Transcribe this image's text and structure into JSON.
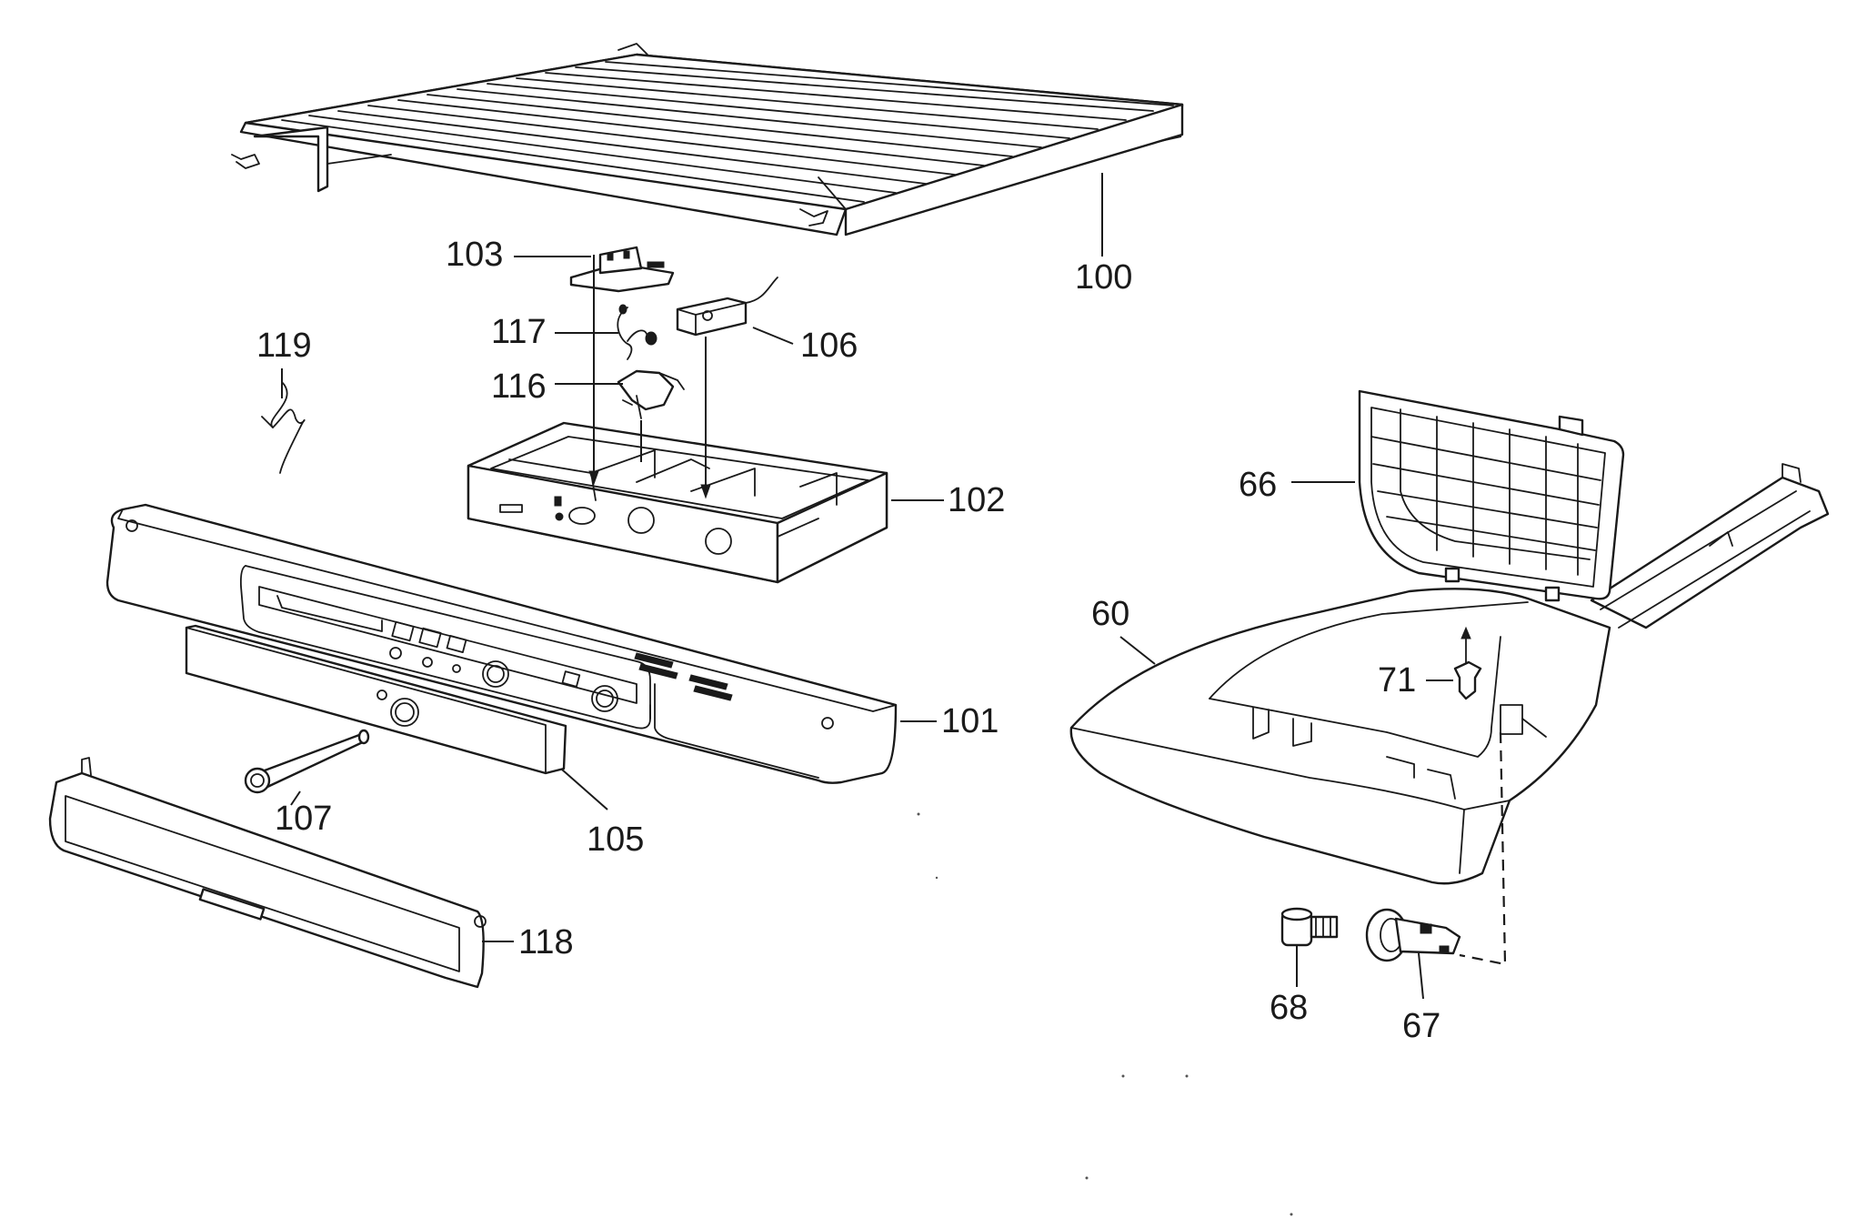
{
  "callouts": {
    "p100": "100",
    "p103": "103",
    "p117": "117",
    "p106": "106",
    "p119": "119",
    "p116": "116",
    "p102": "102",
    "p66": "66",
    "p60": "60",
    "p71": "71",
    "p101": "101",
    "p107": "107",
    "p105": "105",
    "p118": "118",
    "p68": "68",
    "p67": "67"
  }
}
